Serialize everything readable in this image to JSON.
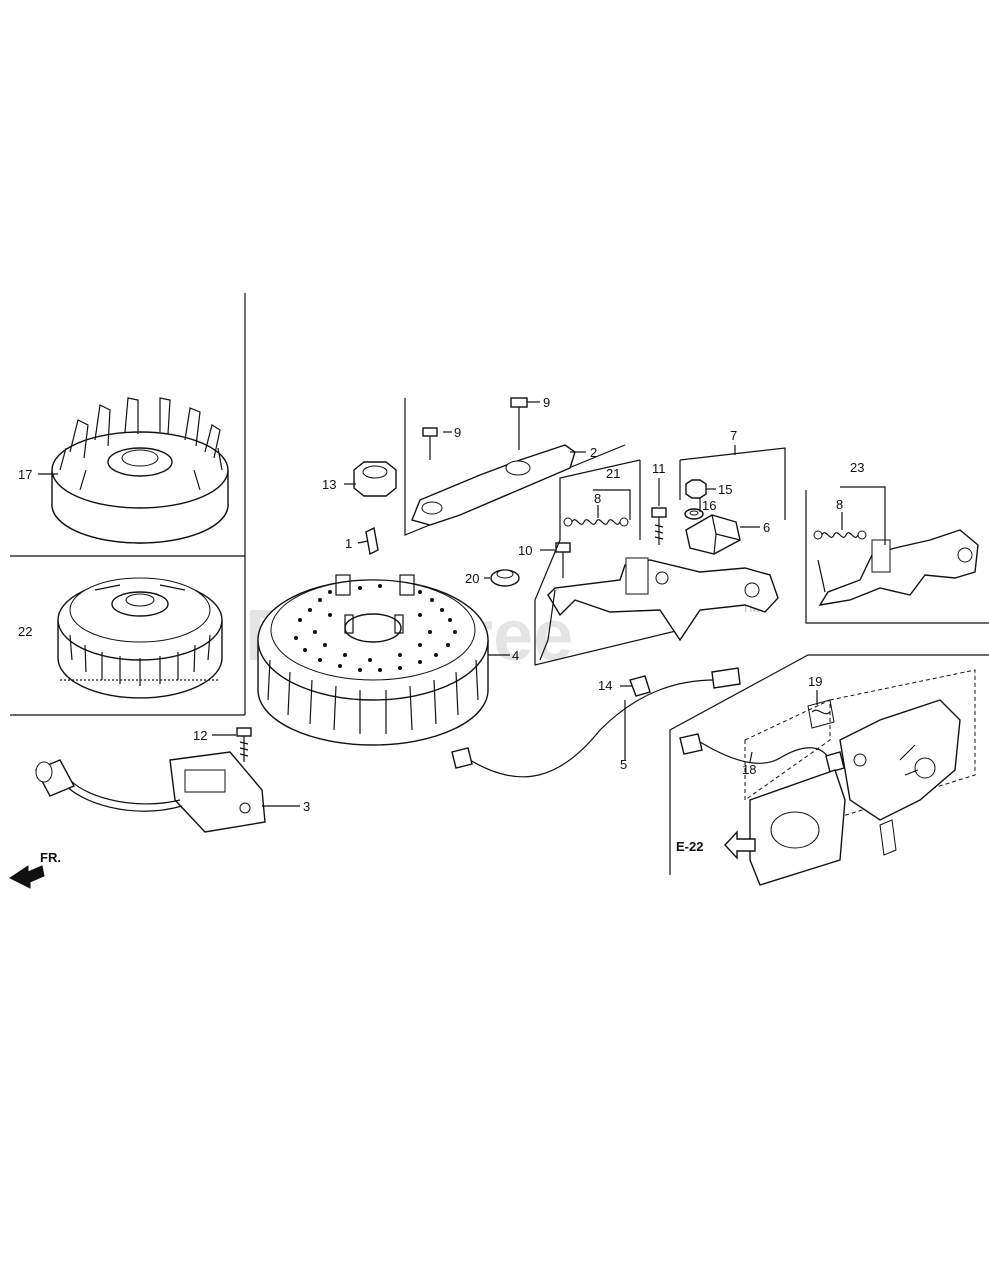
{
  "watermark": {
    "text": "PartsTree",
    "trademark": "TM"
  },
  "direction_marker": {
    "text": "FR."
  },
  "reference": {
    "text": "E-22"
  },
  "callouts": [
    {
      "id": "c1",
      "text": "1"
    },
    {
      "id": "c2",
      "text": "2"
    },
    {
      "id": "c3",
      "text": "3"
    },
    {
      "id": "c4",
      "text": "4"
    },
    {
      "id": "c5",
      "text": "5"
    },
    {
      "id": "c6",
      "text": "6"
    },
    {
      "id": "c7",
      "text": "7"
    },
    {
      "id": "c8a",
      "text": "8"
    },
    {
      "id": "c8b",
      "text": "8"
    },
    {
      "id": "c9a",
      "text": "9"
    },
    {
      "id": "c9b",
      "text": "9"
    },
    {
      "id": "c10",
      "text": "10"
    },
    {
      "id": "c11",
      "text": "11"
    },
    {
      "id": "c12",
      "text": "12"
    },
    {
      "id": "c13",
      "text": "13"
    },
    {
      "id": "c14",
      "text": "14"
    },
    {
      "id": "c15",
      "text": "15"
    },
    {
      "id": "c16",
      "text": "16"
    },
    {
      "id": "c17",
      "text": "17"
    },
    {
      "id": "c18",
      "text": "18"
    },
    {
      "id": "c19",
      "text": "19"
    },
    {
      "id": "c20",
      "text": "20"
    },
    {
      "id": "c21",
      "text": "21"
    },
    {
      "id": "c22",
      "text": "22"
    },
    {
      "id": "c23",
      "text": "23"
    }
  ]
}
